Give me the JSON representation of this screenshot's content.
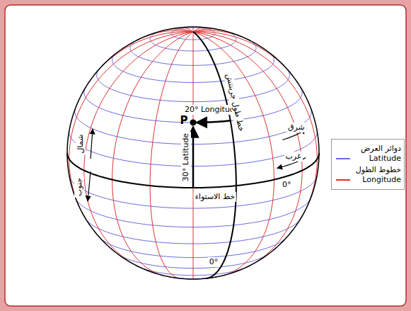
{
  "diagram": {
    "labels": [
      "P",
      "20° Longitude",
      "30° Latitude",
      "خط الاستواء",
      "0°",
      "0°",
      "خط طول جرينتش",
      "شرق",
      "غرب",
      "شمال",
      "جنوب"
    ],
    "legend": [
      {
        "text": "دوائر العرض Latitude"
      },
      {
        "text": "خطوط الطول Longitude"
      }
    ]
  }
}
